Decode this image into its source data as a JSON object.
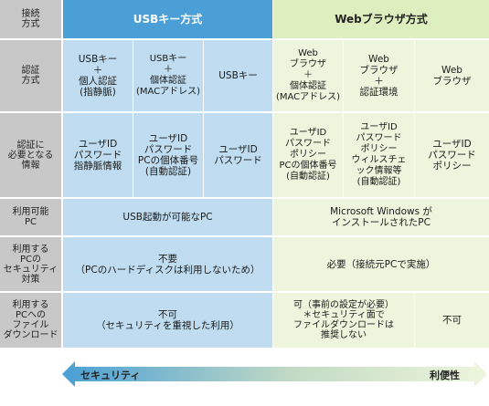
{
  "row_headers": [
    "接続\n方式",
    "認証\n方式",
    "認証に\n必要となる\n情報",
    "利用可能\nPC",
    "利用する\nPCの\nセキュリティ\n対策",
    "利用する\nPCへの\nファイル\nダウンロード"
  ],
  "group_headers": {
    "usb": "USBキー方式",
    "web": "Webブラウザ方式"
  },
  "auth_methods": {
    "usb": [
      "USBキー\n＋\n個人認証\n(指静脈)",
      "USBキー\n＋\n個体認証\n(MACアドレス)",
      "USBキー"
    ],
    "web": [
      "Web\nブラウザ\n＋\n個体認証\n(MACアドレス)",
      "Web\nブラウザ\n＋\n認証環境",
      "Web\nブラウザ"
    ]
  },
  "required_info": {
    "usb": [
      "ユーザID\nパスワード\n指静脈情報",
      "ユーザID\nパスワード\nPCの個体番号\n(自動認証)",
      "ユーザID\nパスワード"
    ],
    "web": [
      "ユーザID\nパスワード\nポリシー\nPCの個体番号\n(自動認証)",
      "ユーザID\nパスワード\nポリシー\nウィルスチェ\nック情報等\n(自動認証)",
      "ユーザID\nパスワード\nポリシー"
    ]
  },
  "available_pc": {
    "usb": "USB起動が可能なPC",
    "web": "Microsoft Windows が\nインストールされたPC"
  },
  "security": {
    "usb": "不要\n（PCのハードディスクは利用しないため）",
    "web": "必要（接続元PCで実施）"
  },
  "download": {
    "usb": "不可\n（セキュリティを重視した利用）",
    "web_main": "可（事前の設定が必要）\n＊セキュリティ面で\nファイルダウンロードは\n推奨しない",
    "web_last": "不可"
  },
  "scale": {
    "left": "セキュリティ",
    "right": "利便性"
  },
  "colors": {
    "usb_header": "#4a9fd6",
    "usb_cell": "#bfdcf0",
    "web_header": "#ddeebf",
    "web_cell": "#eef5dd",
    "row_header": "#c8c8c8"
  }
}
